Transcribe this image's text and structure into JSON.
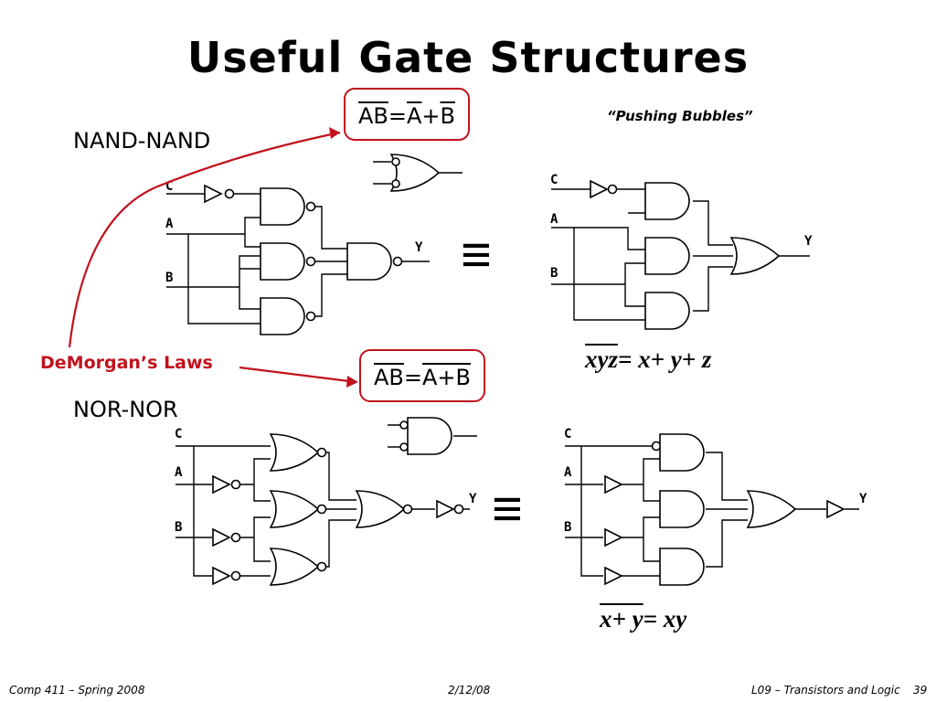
{
  "slide": {
    "title": "Useful Gate Structures",
    "nand_nand_label": "NAND-NAND",
    "nor_nor_label": "NOR-NOR",
    "demorgan_label": "DeMorgan’s Laws",
    "pushing_bubbles": "“Pushing Bubbles”",
    "law1": {
      "lhs": "AB",
      "eq": "=",
      "a": "A",
      "plus": "+",
      "b": "B"
    },
    "law2": {
      "a": "A",
      "b": "B",
      "eq": "=",
      "rhs": "A+B"
    },
    "eq1": {
      "lhs": "xyz",
      "rhs": "= x+ y+ z"
    },
    "eq2": {
      "lhs": "x+ y",
      "rhs": "= xy"
    },
    "equiv_symbol": "≡",
    "signals": {
      "c": "C",
      "a": "A",
      "b": "B",
      "y": "Y"
    }
  },
  "footer": {
    "course": "Comp 411 – Spring 2008",
    "date": "2/12/08",
    "lecture": "L09 – Transistors and Logic",
    "page": "39"
  },
  "colors": {
    "accent": "#c0121c",
    "ink": "#000000"
  }
}
